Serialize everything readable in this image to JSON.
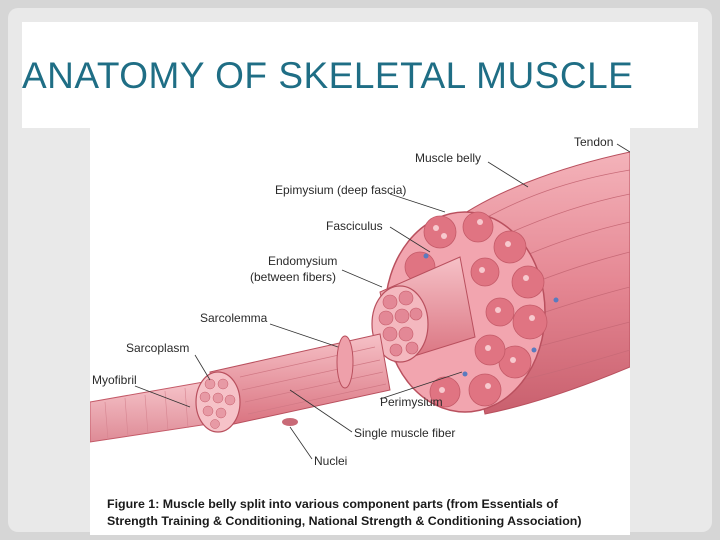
{
  "slide": {
    "title": "ANATOMY OF SKELETAL MUSCLE",
    "colors": {
      "title": "#1f6e85",
      "muscle": "#e8959e",
      "muscle_dark": "#c9606e",
      "fiber_bundle": "#f1a7b1"
    }
  },
  "figure": {
    "labels": {
      "tendon": "Tendon",
      "muscle_belly": "Muscle belly",
      "epimysium": "Epimysium (deep fascia)",
      "fasciculus": "Fasciculus",
      "endomysium_1": "Endomysium",
      "endomysium_2": "(between fibers)",
      "sarcolemma": "Sarcolemma",
      "sarcoplasm": "Sarcoplasm",
      "myofibril": "Myofibril",
      "perimysium": "Perimysium",
      "single_muscle_fiber": "Single muscle fiber",
      "nuclei": "Nuclei"
    },
    "caption_line1": "Figure 1: Muscle belly split into various component parts (from Essentials of",
    "caption_line2": "Strength Training & Conditioning, National Strength & Conditioning Association)"
  }
}
